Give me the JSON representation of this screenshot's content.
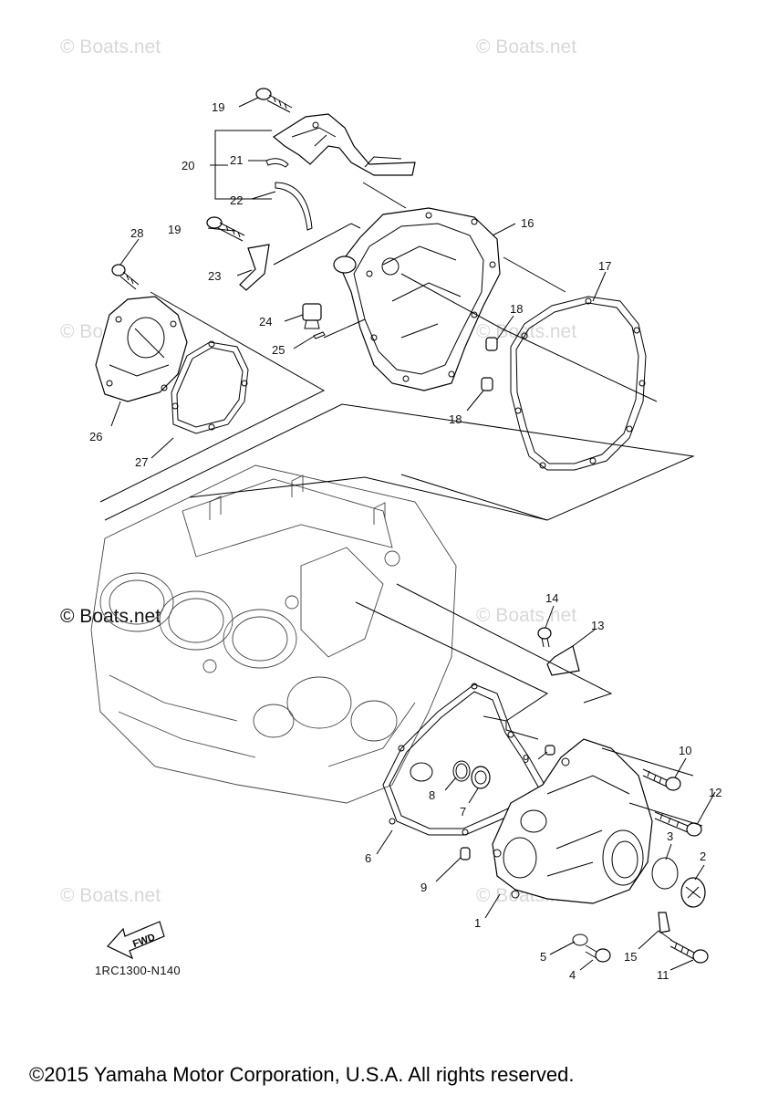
{
  "watermarks": [
    "© Boats.net",
    "© Boats.net",
    "© Boats.net",
    "© Boats.net",
    "© Boats.net",
    "© Boats.net",
    "© Boats.net"
  ],
  "watermark_main": "© Boats.net",
  "diagram_code": "1RC1300-N140",
  "copyright": "©2015 Yamaha Motor Corporation, U.S.A. All rights reserved.",
  "fwd_label": "FWD",
  "callouts": [
    "19",
    "20",
    "21",
    "22",
    "19",
    "28",
    "23",
    "16",
    "17",
    "24",
    "18",
    "25",
    "26",
    "27",
    "18",
    "14",
    "13",
    "9",
    "10",
    "12",
    "8",
    "7",
    "3",
    "2",
    "6",
    "9",
    "1",
    "5",
    "15",
    "4",
    "11"
  ]
}
